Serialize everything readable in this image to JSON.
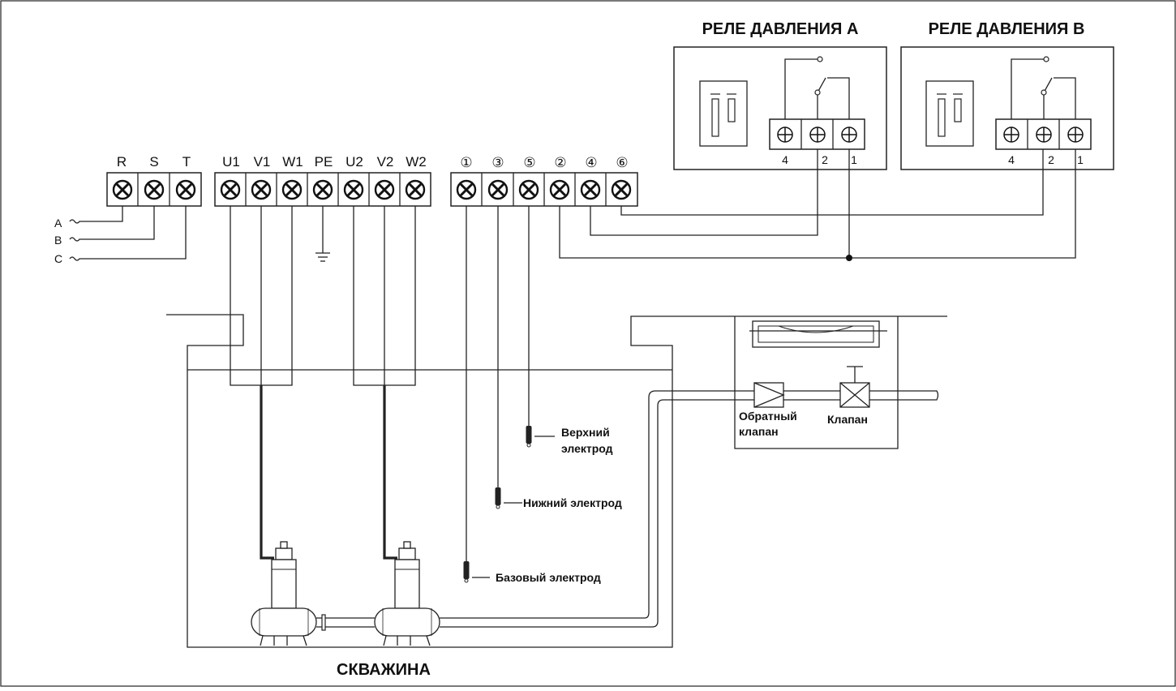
{
  "relay_a": {
    "title": "РЕЛЕ ДАВЛЕНИЯ А",
    "pins": [
      "4",
      "2",
      "1"
    ]
  },
  "relay_b": {
    "title": "РЕЛЕ ДАВЛЕНИЯ В",
    "pins": [
      "4",
      "2",
      "1"
    ]
  },
  "terminals": {
    "power": [
      "R",
      "S",
      "T"
    ],
    "motor": [
      "U1",
      "V1",
      "W1",
      "PE",
      "U2",
      "V2",
      "W2"
    ],
    "control": [
      "①",
      "③",
      "⑤",
      "②",
      "④",
      "⑥"
    ]
  },
  "phases": [
    "A",
    "B",
    "C"
  ],
  "electrodes": {
    "upper": [
      "Верхний",
      "электрод"
    ],
    "lower": "Нижний электрод",
    "base": "Базовый электрод"
  },
  "valves": {
    "check": [
      "Обратный",
      "клапан"
    ],
    "valve": "Клапан"
  },
  "well_label": "СКВАЖИНА"
}
